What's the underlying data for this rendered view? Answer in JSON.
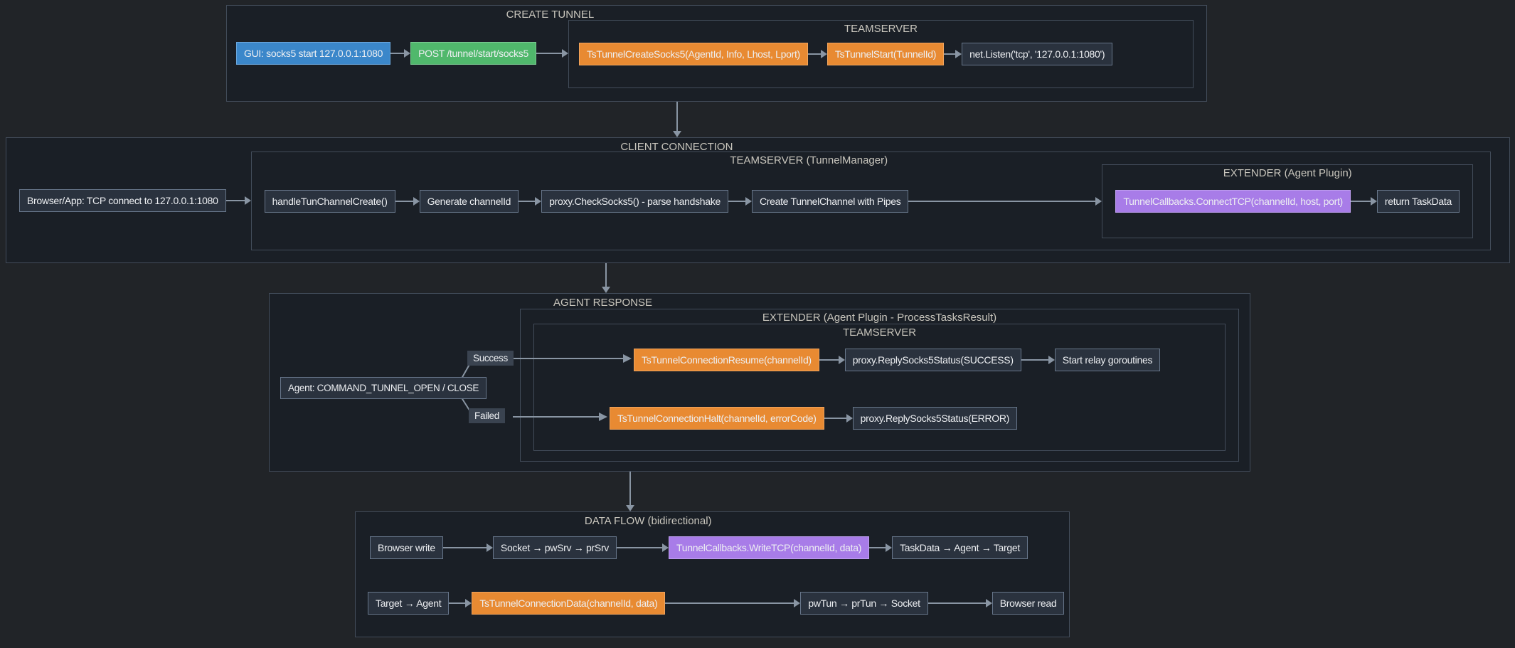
{
  "colors": {
    "page_bg": "#212428",
    "section_bg": "#1a1f26",
    "border": "#424c5a",
    "node": "#2a323e",
    "node_border": "#5c6a7a",
    "text": "#edeff2",
    "label": "#c9c6bd",
    "arrow": "#8995a3",
    "blue": "#3b87ca",
    "green": "#50b86c",
    "orange": "#e88a32",
    "purple": "#a87ce8",
    "chip": "#3a4350"
  },
  "sections": {
    "create_tunnel": {
      "title": "CREATE TUNNEL",
      "teamserver_title": "TEAMSERVER",
      "nodes": {
        "gui": "GUI: socks5 start 127.0.0.1:1080",
        "post": "POST /tunnel/start/socks5",
        "create_socks5": "TsTunnelCreateSocks5(AgentId, Info, Lhost, Lport)",
        "tunnel_start": "TsTunnelStart(TunnelId)",
        "net_listen": "net.Listen('tcp', '127.0.0.1:1080')"
      }
    },
    "client_connection": {
      "title": "CLIENT CONNECTION",
      "teamserver_title": "TEAMSERVER (TunnelManager)",
      "extender_title": "EXTENDER (Agent Plugin)",
      "nodes": {
        "browser": "Browser/App: TCP connect to 127.0.0.1:1080",
        "handle_create": "handleTunChannelCreate()",
        "generate_id": "Generate channelId",
        "check_socks5": "proxy.CheckSocks5() - parse handshake",
        "create_channel": "Create TunnelChannel with Pipes",
        "connect_tcp": "TunnelCallbacks.ConnectTCP(channelId, host, port)",
        "return_taskdata": "return TaskData"
      }
    },
    "agent_response": {
      "title": "AGENT RESPONSE",
      "extender_title": "EXTENDER (Agent Plugin - ProcessTasksResult)",
      "teamserver_title": "TEAMSERVER",
      "nodes": {
        "agent": "Agent: COMMAND_TUNNEL_OPEN / CLOSE",
        "success_label": "Success",
        "failed_label": "Failed",
        "resume": "TsTunnelConnectionResume(channelId)",
        "reply_success": "proxy.ReplySocks5Status(SUCCESS)",
        "start_relay": "Start relay goroutines",
        "halt": "TsTunnelConnectionHalt(channelId, errorCode)",
        "reply_error": "proxy.ReplySocks5Status(ERROR)"
      }
    },
    "data_flow": {
      "title": "DATA FLOW (bidirectional)",
      "nodes": {
        "browser_write": "Browser write",
        "socket_srv": "Socket → pwSrv → prSrv",
        "write_tcp": "TunnelCallbacks.WriteTCP(channelId, data)",
        "taskdata_target": "TaskData → Agent → Target",
        "target_agent": "Target → Agent",
        "conn_data": "TsTunnelConnectionData(channelId, data)",
        "pwtun_socket": "pwTun → prTun → Socket",
        "browser_read": "Browser read"
      }
    }
  }
}
